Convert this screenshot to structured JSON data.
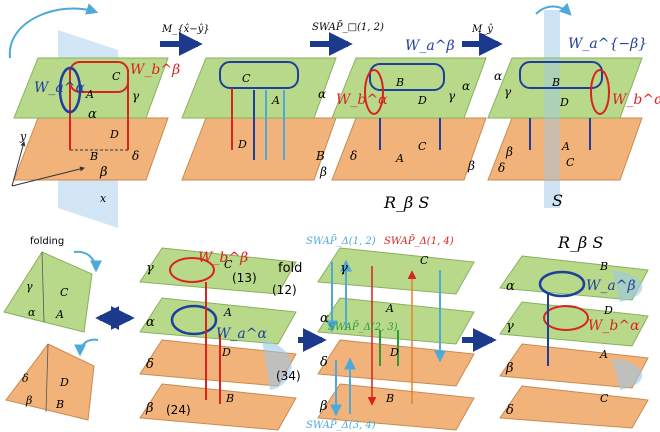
{
  "colors": {
    "green_layer": "#b8d98a",
    "orange_layer": "#f2b37a",
    "blue": "#1f3f9c",
    "red": "#d8231f",
    "cyan": "#4ea8d8",
    "arrow_navy": "#1c3a8c",
    "plane": "#9dc7e8"
  },
  "top_row": {
    "steps": [
      {
        "label": "M_{x̂−ŷ}"
      },
      {
        "label": "SWAP̄_□(1, 2)"
      },
      {
        "label": "M_ŷ"
      }
    ],
    "panels": [
      {
        "top_layer": {
          "label": "α",
          "faces": [
            "A",
            "C",
            "γ"
          ]
        },
        "bottom_layer": {
          "label": "β",
          "faces": [
            "B",
            "D",
            "δ"
          ]
        },
        "loops": [
          {
            "label": "W_a^α"
          },
          {
            "label": "W_b^β"
          }
        ],
        "caption": ""
      },
      {
        "top_layer": {
          "label": "α",
          "faces": [
            "C",
            "A"
          ]
        },
        "bottom_layer": {
          "label": "β",
          "faces": [
            "B",
            "D"
          ]
        },
        "loops": [],
        "caption": ""
      },
      {
        "top_layer": {
          "label": "α",
          "faces": [
            "B",
            "D",
            "γ"
          ]
        },
        "bottom_layer": {
          "label": "β",
          "faces": [
            "A",
            "C",
            "δ"
          ]
        },
        "loops": [
          {
            "label": "W_a^β"
          },
          {
            "label": "W_b^α"
          }
        ],
        "caption": "R_β S"
      },
      {
        "top_layer": {
          "label": "α",
          "faces": [
            "B",
            "D",
            "γ"
          ]
        },
        "bottom_layer": {
          "label": "β",
          "faces": [
            "A",
            "C",
            "δ"
          ]
        },
        "loops": [
          {
            "label": "W_a^{−β}"
          },
          {
            "label": "W_b^α"
          }
        ],
        "caption": "S"
      }
    ],
    "axes": {
      "x": "x",
      "y": "y"
    }
  },
  "bottom_row": {
    "folding_label": "folding",
    "small_sheets": [
      {
        "labels": [
          "γ",
          "C",
          "α",
          "A"
        ]
      },
      {
        "labels": [
          "δ",
          "D",
          "β",
          "B"
        ]
      }
    ],
    "stack1": {
      "layers": [
        "γ",
        "α",
        "δ",
        "β"
      ],
      "faces": [
        "C",
        "A",
        "D",
        "B"
      ],
      "loops": [
        {
          "label": "W_b^β"
        },
        {
          "label": "W_a^α"
        }
      ],
      "annotations": [
        "(13)",
        "fold",
        "(12)",
        "(34)",
        "(24)"
      ]
    },
    "stack2": {
      "layers": [
        "γ",
        "α",
        "δ",
        "β"
      ],
      "faces": [
        "C",
        "A",
        "D",
        "B"
      ],
      "swap_labels": [
        "SWAP̄_Δ(1, 2)",
        "SWAP̄_Δ(1, 4)",
        "SWAP̄_Δ(2, 3)",
        "SWAP̄_Δ(3, 4)"
      ]
    },
    "stack3": {
      "layers": [
        "α",
        "γ",
        "β",
        "δ"
      ],
      "faces": [
        "B",
        "D",
        "A",
        "C"
      ],
      "loops": [
        {
          "label": "W_a^β"
        },
        {
          "label": "W_b^α"
        }
      ],
      "caption": "R_β S"
    }
  }
}
